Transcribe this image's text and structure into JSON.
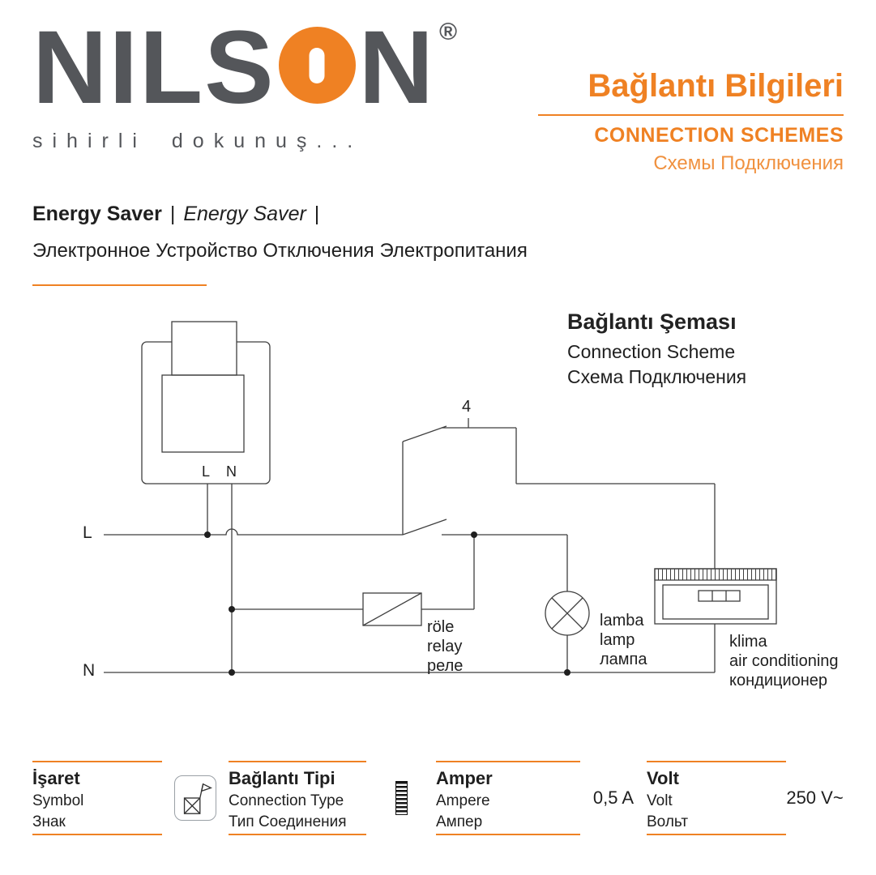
{
  "brand": {
    "logo_left": "NILS",
    "logo_right": "N",
    "registered": "®",
    "tagline": "sihirli dokunuş..."
  },
  "header": {
    "title_tr": "Bağlantı Bilgileri",
    "title_en": "CONNECTION SCHEMES",
    "title_ru": "Схемы Подключения"
  },
  "product": {
    "name_tr": "Energy Saver",
    "name_en": "Energy Saver",
    "sep": "|",
    "desc_ru": "Электронное Устройство Отключения Электропитания"
  },
  "diagram": {
    "title_tr": "Bağlantı Şeması",
    "title_en": "Connection Scheme",
    "title_ru": "Схема Подключения",
    "labels": {
      "phase": "L",
      "neutral": "N",
      "terminal_l": "L",
      "terminal_n": "N",
      "contact_number": "4",
      "relay": [
        "röle",
        "relay",
        "реле"
      ],
      "lamp": [
        "lamba",
        "lamp",
        "лампа"
      ],
      "air_conditioner": [
        "klima",
        "air conditioning",
        "кондиционер"
      ]
    }
  },
  "footer": {
    "columns": [
      {
        "title": "İşaret",
        "line2": "Symbol",
        "line3": "Знак"
      },
      {
        "title": "Bağlantı Tipi",
        "line2": "Connection Type",
        "line3": "Тип Соединения"
      },
      {
        "title": "Amper",
        "line2": "Ampere",
        "line3": "Ампер"
      },
      {
        "title": "Volt",
        "line2": "Volt",
        "line3": "Вольт"
      }
    ],
    "ampere_value": "0,5 A",
    "volt_value": "250 V~"
  },
  "icons": {
    "logo_mark": "touch-button-circle-icon",
    "symbol_icon": "card-switch-icon",
    "connection_icon": "screw-terminal-icon"
  },
  "colors": {
    "accent_orange": "#ef8123",
    "logo_gray": "#54565a",
    "diagram_line": "#3f3f3f"
  }
}
